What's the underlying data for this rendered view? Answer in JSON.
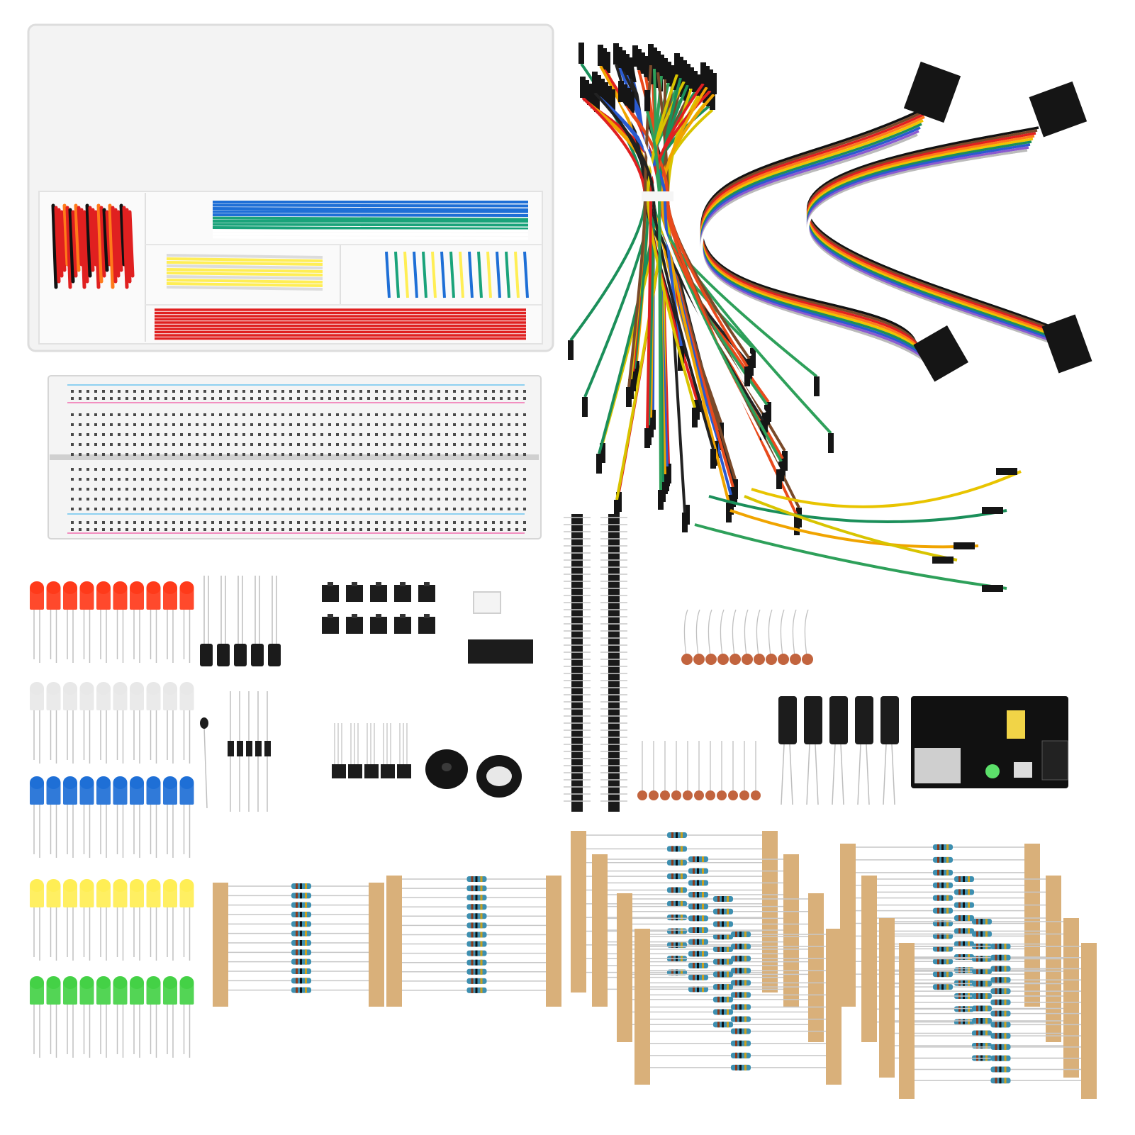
{
  "image": {
    "background": "#ffffff",
    "description_visible_text": ""
  },
  "components": {
    "led_rows": [
      {
        "color": "#ff3a1a",
        "count": 10
      },
      {
        "color": "#e8e8e8",
        "count": 10
      },
      {
        "color": "#1e6fd6",
        "count": 10
      },
      {
        "color": "#ffee55",
        "count": 10
      },
      {
        "color": "#44d146",
        "count": 10
      }
    ],
    "jumper_wire_colors": [
      "#1b8f5a",
      "#f0a400",
      "#2a5bd0",
      "#e84a1c",
      "#7a4a2a",
      "#d8c400",
      "#e02020",
      "#222222",
      "#ffffff",
      "#2ea05a"
    ],
    "box_wire_colors": [
      "#e02020",
      "#1e6fd6",
      "#1aa37a",
      "#ffee55",
      "#ff7a1a",
      "#ffffff",
      "#111111"
    ],
    "resistor_tape_color": "#d9b07a",
    "breadboard_color": "#f4f4f4",
    "power_module_color": "#111111"
  }
}
